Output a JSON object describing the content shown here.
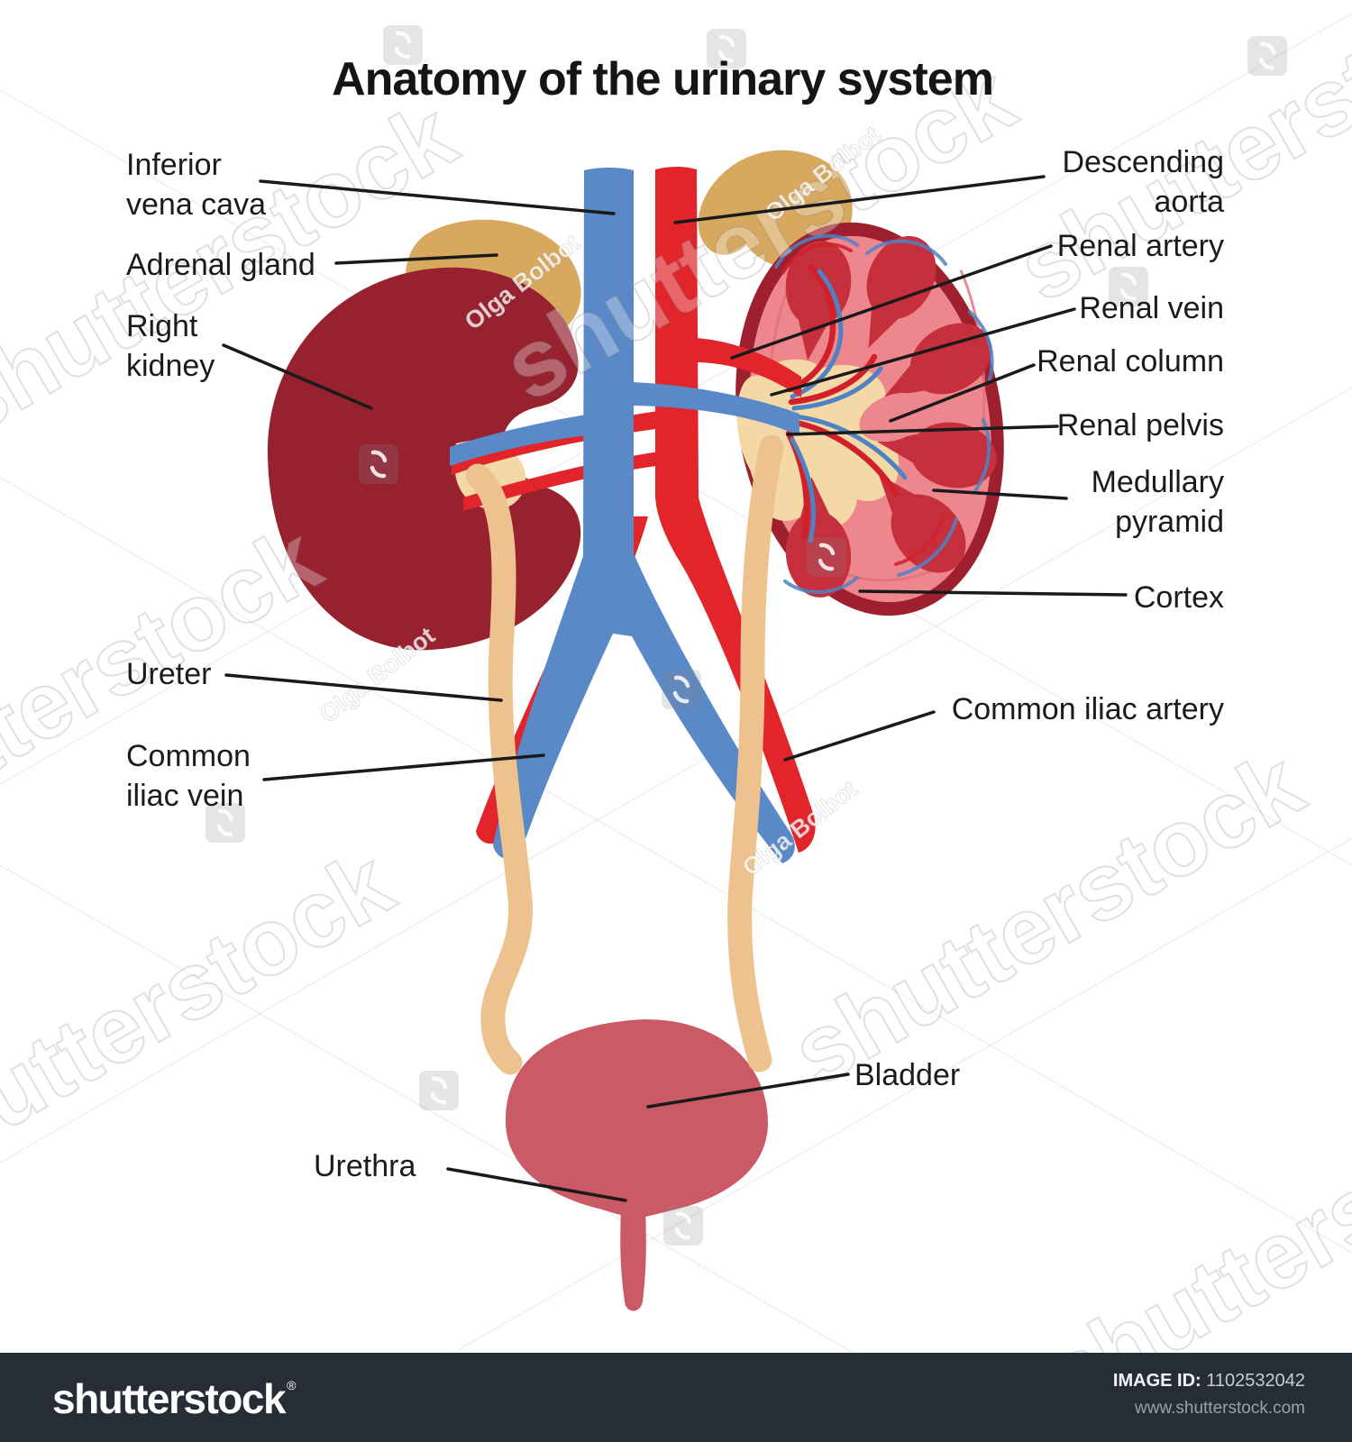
{
  "title": "Anatomy of the urinary system",
  "labels": {
    "inferior_vena_cava": "Inferior\nvena cava",
    "adrenal_gland": "Adrenal gland",
    "right_kidney": "Right\nkidney",
    "ureter": "Ureter",
    "common_iliac_vein": "Common\niliac vein",
    "urethra": "Urethra",
    "descending_aorta": "Descending\naorta",
    "renal_artery": "Renal artery",
    "renal_vein": "Renal vein",
    "renal_column": "Renal column",
    "renal_pelvis": "Renal pelvis",
    "medullary_pyramid": "Medullary\npyramid",
    "cortex": "Cortex",
    "common_iliac_artery": "Common iliac artery",
    "bladder": "Bladder"
  },
  "watermarks": {
    "brand": "shutterstock",
    "artist": "Olga Bolbot"
  },
  "footer": {
    "brand": "shutterstock",
    "registered": "®",
    "image_id_label": "IMAGE ID:",
    "image_id": "1102532042",
    "website": "www.shutterstock.com"
  },
  "colors": {
    "vein_blue": "#5a89c8",
    "artery_red": "#e2242b",
    "artery_thin": "#d2202a",
    "vein_thin": "#4d82c4",
    "kidney_maroon": "#97212f",
    "adrenal_tan": "#d8a85e",
    "ureter_tan": "#edc28f",
    "pelvis_cream": "#f4d8a6",
    "cortex_pink": "#ee868d",
    "pyramid_red": "#c62f3c",
    "capsule_dark": "#9e1f2d",
    "bladder_rose": "#ca5a66",
    "leader_black": "#1a1a1a",
    "footer_bg": "#262d37"
  }
}
